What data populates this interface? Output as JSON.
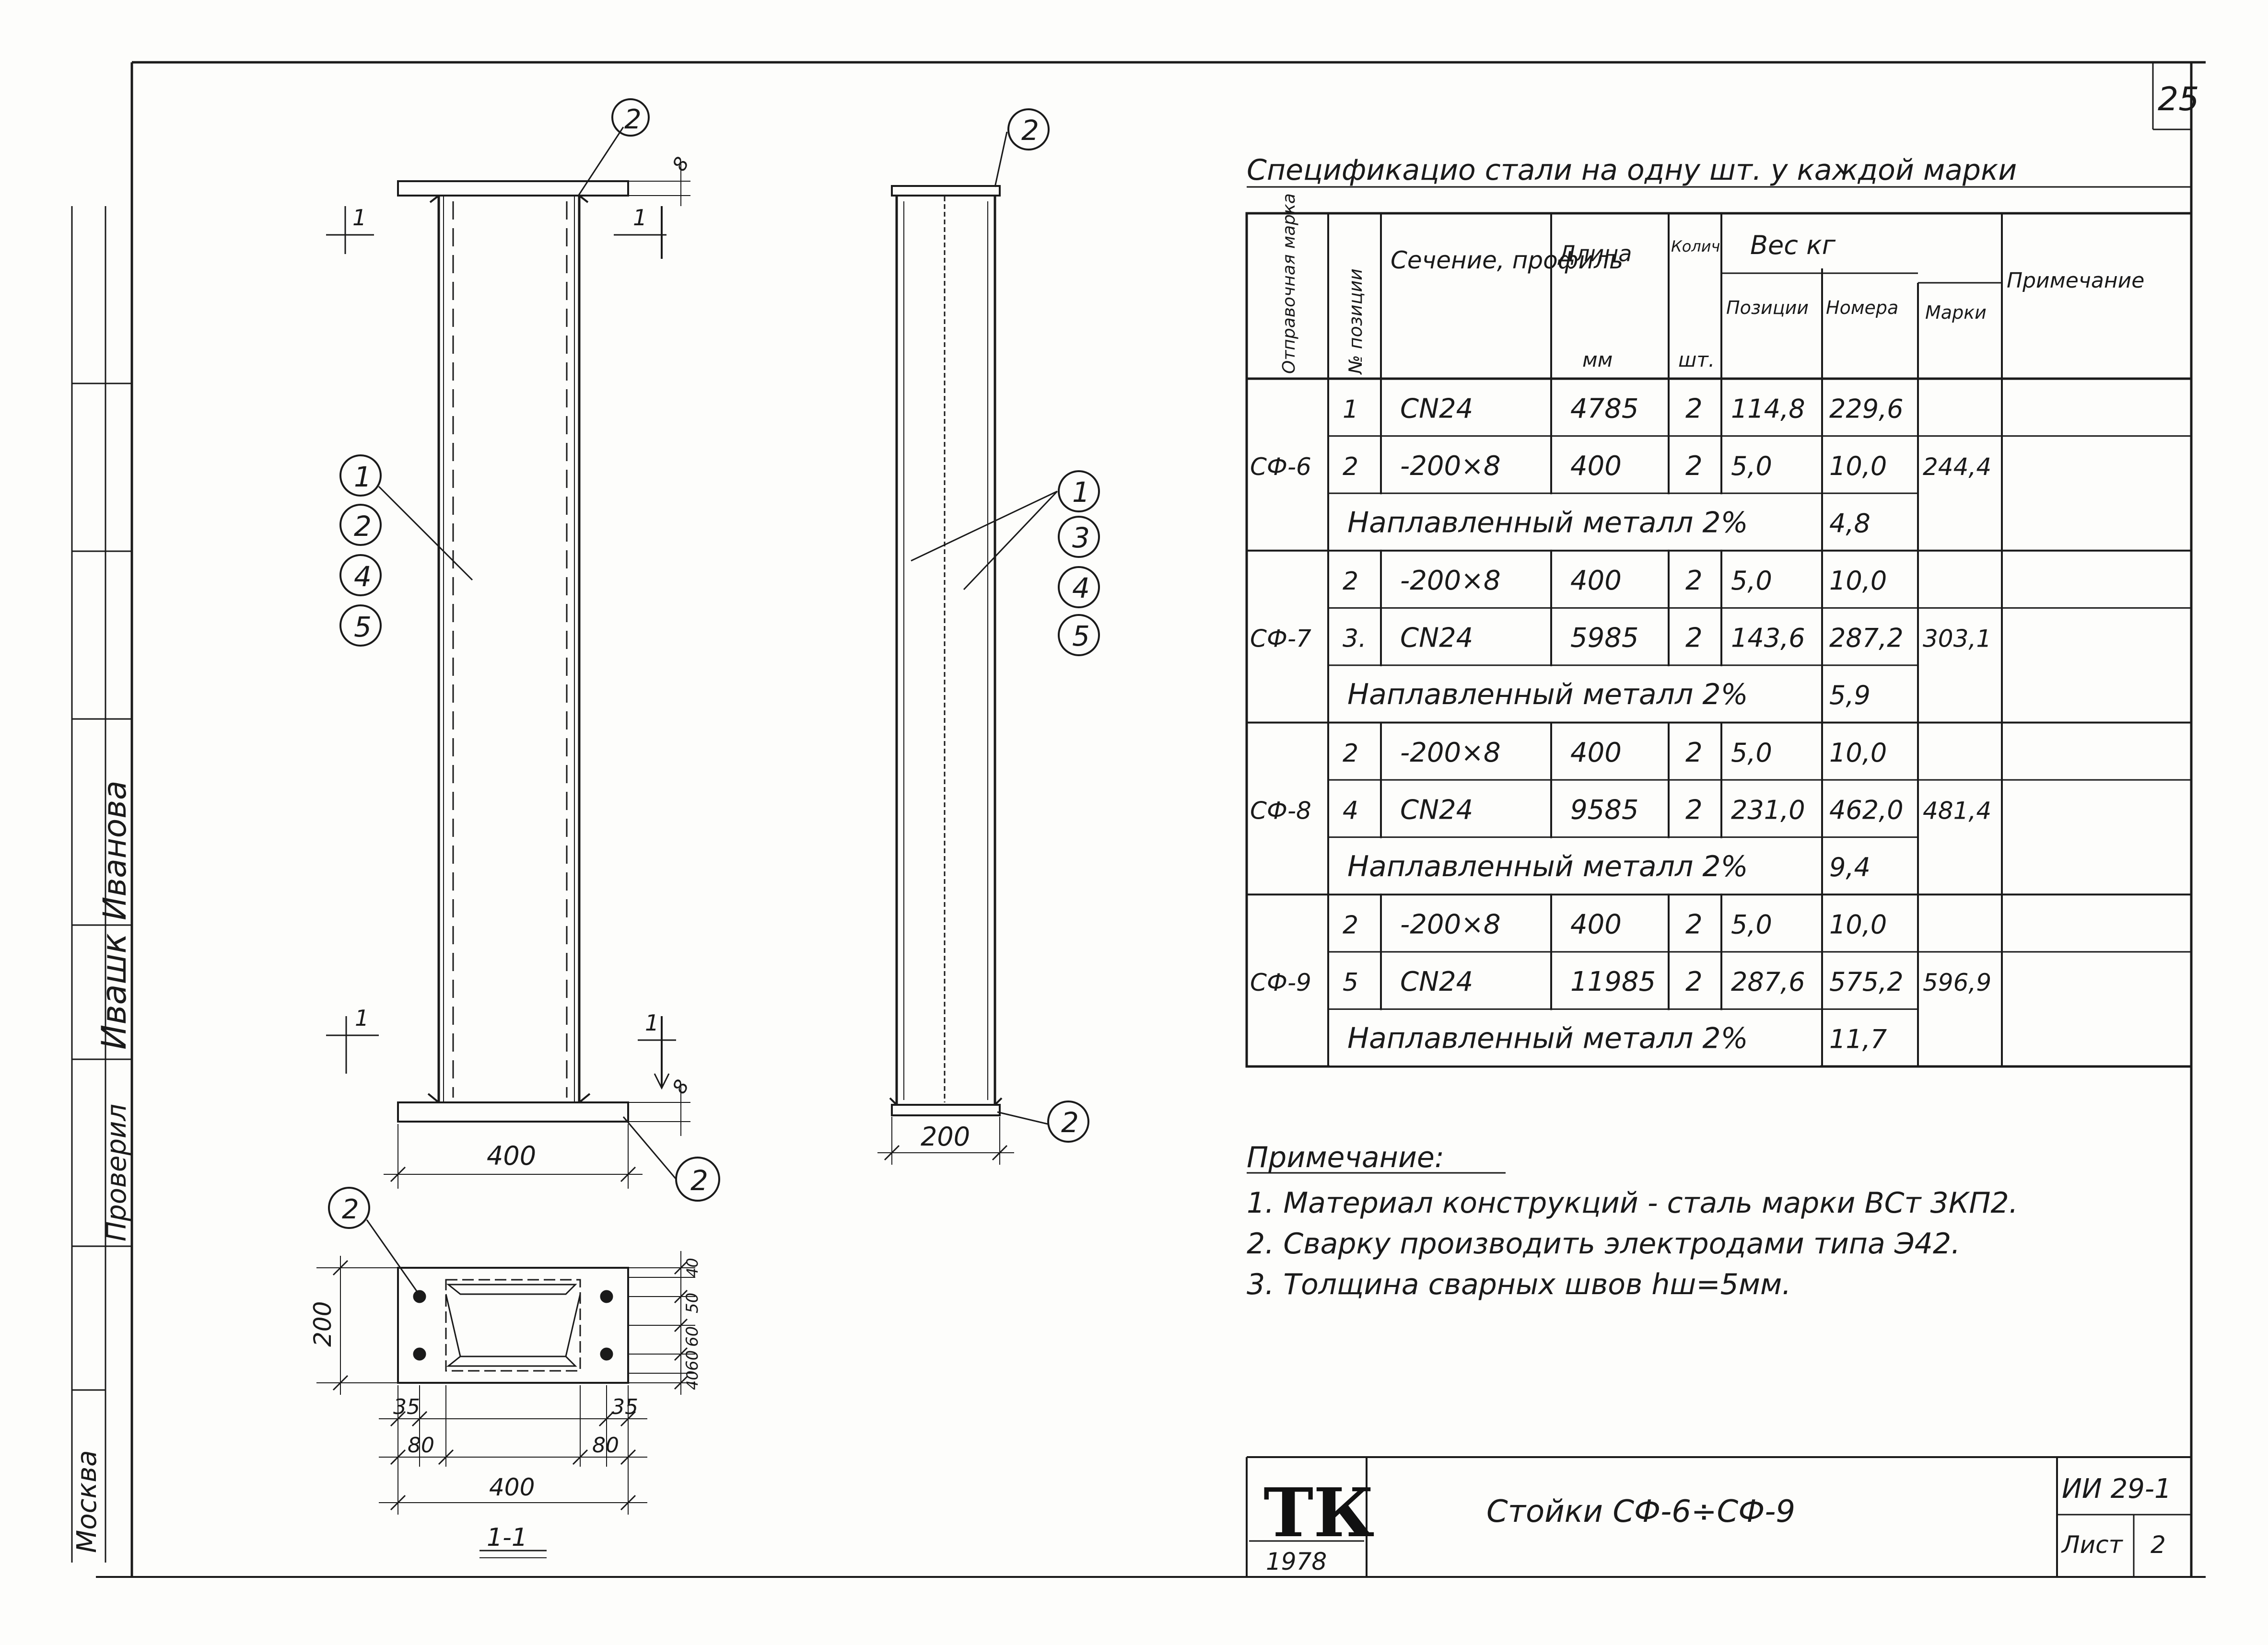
{
  "page_number": "25",
  "spec": {
    "title": "Спецификацио стали на одну шт. у каждой марки",
    "headers": {
      "mark": "Отправочная марка",
      "pos": "№ позиции",
      "section": "Сечение, профиль",
      "length": "Длина",
      "length_unit": "мм",
      "qty": "Колич",
      "qty_unit": "шт.",
      "weight": "Вес  кг",
      "w_pos": "Позиции",
      "w_num": "Номера",
      "w_mark": "Марки",
      "note": "Примечание"
    },
    "groups": [
      {
        "mark": "СФ-6",
        "mark_total": "244,4",
        "rows": [
          {
            "pos": "1",
            "section": "CN24",
            "length": "4785",
            "qty": "2",
            "w_pos": "114,8",
            "w_num": "229,6"
          },
          {
            "pos": "2",
            "section": "-200×8",
            "length": "400",
            "qty": "2",
            "w_pos": "5,0",
            "w_num": "10,0"
          }
        ],
        "weld_label": "Наплавленный металл 2%",
        "weld_weight": "4,8"
      },
      {
        "mark": "СФ-7",
        "mark_total": "303,1",
        "rows": [
          {
            "pos": "2",
            "section": "-200×8",
            "length": "400",
            "qty": "2",
            "w_pos": "5,0",
            "w_num": "10,0"
          },
          {
            "pos": "3.",
            "section": "CN24",
            "length": "5985",
            "qty": "2",
            "w_pos": "143,6",
            "w_num": "287,2"
          }
        ],
        "weld_label": "Наплавленный металл 2%",
        "weld_weight": "5,9"
      },
      {
        "mark": "СФ-8",
        "mark_total": "481,4",
        "rows": [
          {
            "pos": "2",
            "section": "-200×8",
            "length": "400",
            "qty": "2",
            "w_pos": "5,0",
            "w_num": "10,0"
          },
          {
            "pos": "4",
            "section": "CN24",
            "length": "9585",
            "qty": "2",
            "w_pos": "231,0",
            "w_num": "462,0"
          }
        ],
        "weld_label": "Наплавленный металл 2%",
        "weld_weight": "9,4"
      },
      {
        "mark": "СФ-9",
        "mark_total": "596,9",
        "rows": [
          {
            "pos": "2",
            "section": "-200×8",
            "length": "400",
            "qty": "2",
            "w_pos": "5,0",
            "w_num": "10,0"
          },
          {
            "pos": "5",
            "section": "CN24",
            "length": "11985",
            "qty": "2",
            "w_pos": "287,6",
            "w_num": "575,2"
          }
        ],
        "weld_label": "Наплавленный металл 2%",
        "weld_weight": "11,7"
      }
    ]
  },
  "notes": {
    "title": "Примечание:",
    "items": [
      "1. Материал конструкций - сталь марки ВСт 3КП2.",
      "2. Сварку производить электродами типа Э42.",
      "3. Толщина сварных швов hш=5мм."
    ]
  },
  "stamp": {
    "logo": "ТК",
    "year": "1978",
    "title": "Стойки СФ-6÷СФ-9",
    "code": "ИИ 29-1",
    "sheet_label": "Лист",
    "sheet_no": "2"
  },
  "side_stamp": {
    "name_1": "Иванова",
    "check_label": "Проверил",
    "signature": "Ивашк",
    "name_2": "Москва"
  },
  "drawing": {
    "section_mark": "1",
    "section_title": "1-1",
    "callouts_left": [
      "1",
      "2",
      "4",
      "5"
    ],
    "callouts_right": [
      "1",
      "3",
      "4",
      "5"
    ],
    "plate_callout": "2",
    "dims": {
      "base_width_left": "400",
      "base_width_mid": "200",
      "sec_height": "200",
      "sec_width": "400",
      "sec_edge_left": "35",
      "sec_edge_right": "35",
      "sec_bolt_left": "80",
      "sec_bolt_right": "80",
      "sec_right_a": "60",
      "sec_right_b": "50",
      "sec_right_c": "60",
      "sec_right_d": "40",
      "sec_right_e": "40",
      "plate_thickness": "8",
      "plate_thickness_top": "8"
    }
  }
}
